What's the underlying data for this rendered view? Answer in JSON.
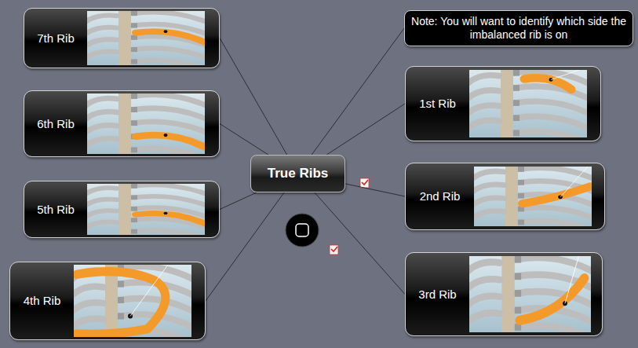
{
  "diagram": {
    "nodes": [
      {
        "text": [
          "7th Rib"
        ]
      },
      {
        "text": [
          "Note: You will want to identify which side the imbalanced rib is on"
        ]
      },
      {
        "text": [
          "1st Rib"
        ]
      },
      {
        "text": [
          "6th Rib"
        ]
      },
      {
        "text": [
          "True Ribs"
        ]
      },
      {
        "text": [
          "2nd Rib"
        ]
      },
      {
        "text": [
          "5th Rib"
        ]
      },
      {
        "text": [
          "3rd Rib"
        ]
      },
      {
        "text": [
          "4th Rib"
        ]
      }
    ],
    "edges": [
      {
        "from": 4,
        "to": 0,
        "arrow": "none"
      },
      {
        "from": 4,
        "to": 1,
        "arrow": "none"
      },
      {
        "from": 4,
        "to": 2,
        "arrow": "none"
      },
      {
        "from": 4,
        "to": 3,
        "arrow": "none"
      },
      {
        "from": 4,
        "to": 5,
        "arrow": "none"
      },
      {
        "from": 4,
        "to": 6,
        "arrow": "none"
      },
      {
        "from": 4,
        "to": 7,
        "arrow": "none"
      },
      {
        "from": 4,
        "to": 8,
        "arrow": "none"
      }
    ]
  }
}
